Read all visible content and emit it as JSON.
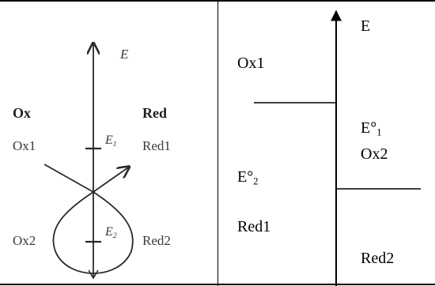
{
  "left_diagram": {
    "axis_label": "E",
    "ox_heading": "Ox",
    "red_heading": "Red",
    "ox1": "Ox1",
    "red1": "Red1",
    "ox2": "Ox2",
    "red2": "Red2",
    "e1_symbol": "E",
    "e1_sub": "1",
    "e2_symbol": "E",
    "e2_sub": "2"
  },
  "right_diagram": {
    "axis_label": "E",
    "ox1": "Ox1",
    "e01_symbol": "E°",
    "e01_sub": "1",
    "ox2": "Ox2",
    "e02_symbol": "E°",
    "e02_sub": "2",
    "red1": "Red1",
    "red2": "Red2"
  }
}
